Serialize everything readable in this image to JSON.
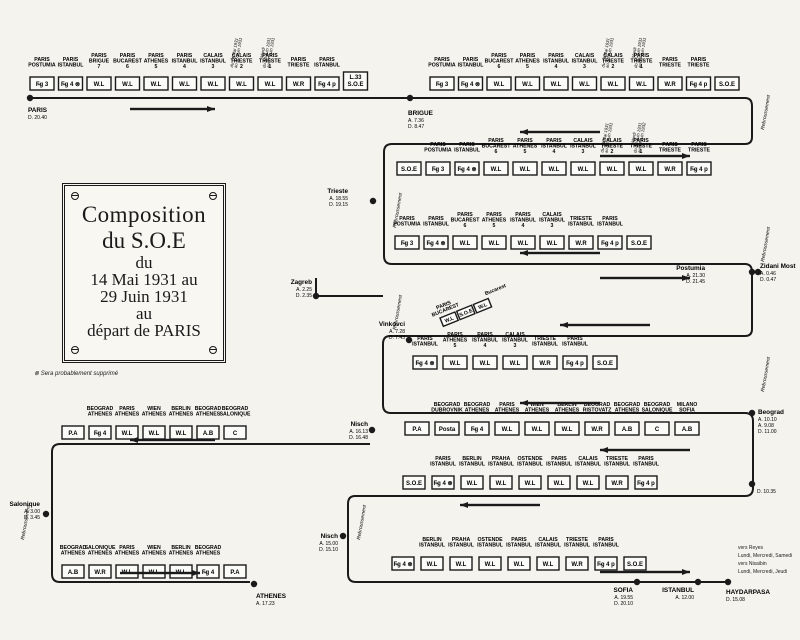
{
  "title": {
    "line1": "Composition",
    "line2": "du S.O.E",
    "line3": "du",
    "line4": "14 Mai 1931 au",
    "line5": "29 Juin 1931",
    "line6": "au",
    "line7": "départ de PARIS"
  },
  "footnote": "⊗ Sera probablement supprimé",
  "legend": [
    "vers Reyes",
    "Lundi, Mercredi, Samedi",
    "vers Nisaibin",
    "Lundi, Mercredi, Jeudi"
  ],
  "rebroussement_label": "Rebroussement",
  "stations": [
    {
      "name": "PARIS",
      "times": [
        "D. 20.40"
      ]
    },
    {
      "name": "BRIGUE",
      "times": [
        "A. 7.36",
        "D. 8.47"
      ]
    },
    {
      "name": "Trieste",
      "times": [
        "A. 18.55",
        "D. 19.15"
      ]
    },
    {
      "name": "Postumia",
      "times": [
        "A. 21.30",
        "D. 21.45"
      ]
    },
    {
      "name": "Zidani Most",
      "times": [
        "A. 0.46",
        "D. 0.47"
      ]
    },
    {
      "name": "Zagreb",
      "times": [
        "A. 2.25",
        "D. 2.35"
      ]
    },
    {
      "name": "Vinkovci",
      "times": [
        "A. 7.28",
        "D. 7.43"
      ]
    },
    {
      "name": "Beograd",
      "times": [
        "A. 10.10",
        "A. 9.08",
        "D. 11.00"
      ]
    },
    {
      "name": "Nisch",
      "times": [
        "A. 16.13",
        "D. 16.48"
      ]
    },
    {
      "name": "Salonique",
      "times": [
        "A. 3.00",
        "D. 3.45"
      ]
    },
    {
      "name": "ATHENES",
      "times": [
        "A. 17.23"
      ]
    },
    {
      "name": "Nisch",
      "times": [
        "A. 15.00",
        "D. 15.10"
      ]
    },
    {
      "name": "SOFIA",
      "times": [
        "A. 19.55",
        "D. 20.10"
      ]
    },
    {
      "name": "ISTANBUL",
      "times": [
        "A. 12.00"
      ]
    },
    {
      "name": "HAYDARPASA",
      "times": [
        "D. 15.08"
      ]
    },
    {
      "name": "",
      "times": [
        "D. 10.35"
      ]
    }
  ],
  "rows": [
    {
      "cars": [
        {
          "dest": [
            "PARIS",
            "POSTUMIA"
          ],
          "code": "F̶g 3"
        },
        {
          "dest": [
            "PARIS",
            "ISTANBUL"
          ],
          "code": "F̶g 4 ⊗"
        },
        {
          "dest": [
            "PARIS",
            "BRIGUE",
            "7"
          ],
          "code": "W.L"
        },
        {
          "dest": [
            "PARIS",
            "BUCAREST",
            "6"
          ],
          "code": "W.L"
        },
        {
          "dest": [
            "PARIS",
            "ATHENES",
            "5"
          ],
          "code": "W.L"
        },
        {
          "dest": [
            "PARIS",
            "ISTANBUL",
            "4"
          ],
          "code": "W.L"
        },
        {
          "dest": [
            "CALAIS",
            "ISTANBUL",
            "3"
          ],
          "code": "W.L"
        },
        {
          "dest": [
            "CALAIS",
            "TRIESTE",
            "2"
          ],
          "code": "W.L",
          "note": [
            "du 14 Mai 1931",
            "au 15 Juin 1931"
          ]
        },
        {
          "dest": [
            "PARIS",
            "TRIESTE",
            "1"
          ],
          "code": "W.L",
          "note": [
            "Mardi",
            "du 13 Juin 1931",
            "au 27 Juin 1931"
          ]
        },
        {
          "dest": [
            "PARIS",
            "TRIESTE"
          ],
          "code": "W.R"
        },
        {
          "dest": [
            "PARIS",
            "ISTANBUL"
          ],
          "code": "F̶g 4 p"
        },
        {
          "dest": [],
          "code": "L.33 S.O.E"
        }
      ]
    },
    {
      "cars": [
        {
          "dest": [
            "PARIS",
            "POSTUMIA"
          ],
          "code": "F̶g 3"
        },
        {
          "dest": [
            "PARIS",
            "ISTANBUL"
          ],
          "code": "F̶g 4 ⊗"
        },
        {
          "dest": [
            "PARIS",
            "BUCAREST",
            "6"
          ],
          "code": "W.L"
        },
        {
          "dest": [
            "PARIS",
            "ATHENES",
            "5"
          ],
          "code": "W.L"
        },
        {
          "dest": [
            "PARIS",
            "ISTANBUL",
            "4"
          ],
          "code": "W.L"
        },
        {
          "dest": [
            "CALAIS",
            "ISTANBUL",
            "3"
          ],
          "code": "W.L"
        },
        {
          "dest": [
            "CALAIS",
            "TRIESTE",
            "2"
          ],
          "code": "W.L",
          "note": [
            "du 14 Mai 1931",
            "au 15 Juin 1931"
          ]
        },
        {
          "dest": [
            "PARIS",
            "TRIESTE",
            "1"
          ],
          "code": "W.L",
          "note": [
            "Mardi",
            "du 16 Juin 1931",
            "au 30 Juin 1931"
          ]
        },
        {
          "dest": [
            "PARIS",
            "TRIESTE"
          ],
          "code": "W.R"
        },
        {
          "dest": [
            "PARIS",
            "TRIESTE"
          ],
          "code": "F̶g 4 p"
        },
        {
          "dest": [],
          "code": "S.O.E"
        }
      ]
    },
    {
      "cars": [
        {
          "dest": [],
          "code": "S.O.E"
        },
        {
          "dest": [
            "PARIS",
            "POSTUMIA"
          ],
          "code": "F̶g 3"
        },
        {
          "dest": [
            "PARIS",
            "ISTANBUL"
          ],
          "code": "F̶g 4 ⊗"
        },
        {
          "dest": [
            "PARIS",
            "BUCAREST",
            "6"
          ],
          "code": "W.L"
        },
        {
          "dest": [
            "PARIS",
            "ATHENES",
            "5"
          ],
          "code": "W.L"
        },
        {
          "dest": [
            "PARIS",
            "ISTANBUL",
            "4"
          ],
          "code": "W.L"
        },
        {
          "dest": [
            "CALAIS",
            "ISTANBUL",
            "3"
          ],
          "code": "W.L"
        },
        {
          "dest": [
            "CALAIS",
            "TRIESTE",
            "2"
          ],
          "code": "W.L",
          "note": [
            "du 14 Mai 1931",
            "au 15 Juin 1931"
          ]
        },
        {
          "dest": [
            "PARIS",
            "TRIESTE",
            "1"
          ],
          "code": "W.L",
          "note": [
            "Mardi",
            "du 16 Juin 1931",
            "au 30 Juin 1932"
          ]
        },
        {
          "dest": [
            "PARIS",
            "TRIESTE"
          ],
          "code": "W.R"
        },
        {
          "dest": [
            "PARIS",
            "TRIESTE"
          ],
          "code": "F̶g 4 p"
        }
      ]
    },
    {
      "cars": [
        {
          "dest": [
            "PARIS",
            "POSTUMIA"
          ],
          "code": "F̶g 3"
        },
        {
          "dest": [
            "PARIS",
            "ISTANBUL"
          ],
          "code": "F̶g 4 ⊗"
        },
        {
          "dest": [
            "PARIS",
            "BUCAREST",
            "6"
          ],
          "code": "W.L"
        },
        {
          "dest": [
            "PARIS",
            "ATHENES",
            "5"
          ],
          "code": "W.L"
        },
        {
          "dest": [
            "PARIS",
            "ISTANBUL",
            "4"
          ],
          "code": "W.L"
        },
        {
          "dest": [
            "CALAIS",
            "ISTANBUL",
            "3"
          ],
          "code": "W.L"
        },
        {
          "dest": [
            "TRIESTE",
            "ISTANBUL"
          ],
          "code": "W.R"
        },
        {
          "dest": [
            "PARIS",
            "ISTANBUL"
          ],
          "code": "F̶g 4 p"
        },
        {
          "dest": [],
          "code": "S.O.E"
        }
      ]
    },
    {
      "cars": [
        {
          "dest": [
            "PARIS",
            "ISTANBUL"
          ],
          "code": "F̶g 4 ⊗"
        },
        {
          "dest": [
            "PARIS",
            "ATHENES",
            "5"
          ],
          "code": "W.L"
        },
        {
          "dest": [
            "PARIS",
            "ISTANBUL",
            "4"
          ],
          "code": "W.L"
        },
        {
          "dest": [
            "CALAIS",
            "ISTANBUL",
            "3"
          ],
          "code": "W.L"
        },
        {
          "dest": [
            "TRIESTE",
            "ISTANBUL"
          ],
          "code": "W.R"
        },
        {
          "dest": [
            "PARIS",
            "ISTANBUL"
          ],
          "code": "F̶g 4 p"
        },
        {
          "dest": [],
          "code": "S.O.E"
        }
      ]
    },
    {
      "cars": [
        {
          "dest": [],
          "code": "P.A"
        },
        {
          "dest": [
            "BEOGRAD",
            "DUBROVNIK"
          ],
          "code": "Posta"
        },
        {
          "dest": [
            "BEOGRAD",
            "ATHENES"
          ],
          "code": "F̶g 4"
        },
        {
          "dest": [
            "PARIS",
            "ATHENES"
          ],
          "code": "W.L"
        },
        {
          "dest": [
            "WIEN",
            "ATHENES"
          ],
          "code": "W.L"
        },
        {
          "dest": [
            "BERLIN",
            "ATHENES"
          ],
          "code": "W.L"
        },
        {
          "dest": [
            "BEOGRAD",
            "RISTOVATZ"
          ],
          "code": "W.R"
        },
        {
          "dest": [
            "BEOGRAD",
            "ATHENES"
          ],
          "code": "A.B"
        },
        {
          "dest": [
            "BEOGRAD",
            "SALONIQUE"
          ],
          "code": "C"
        },
        {
          "dest": [
            "MILANO",
            "SOFIA"
          ],
          "code": "A.B"
        }
      ]
    },
    {
      "cars": [
        {
          "dest": [],
          "code": "P.A"
        },
        {
          "dest": [
            "BEOGRAD",
            "ATHENES"
          ],
          "code": "F̶g 4"
        },
        {
          "dest": [
            "PARIS",
            "ATHENES"
          ],
          "code": "W.L"
        },
        {
          "dest": [
            "WIEN",
            "ATHENES"
          ],
          "code": "W.L"
        },
        {
          "dest": [
            "BERLIN",
            "ATHENES"
          ],
          "code": "W.L"
        },
        {
          "dest": [
            "BEOGRAD",
            "ATHENES"
          ],
          "code": "A.B"
        },
        {
          "dest": [
            "BEOGRAD",
            "SALONIQUE"
          ],
          "code": "C"
        }
      ]
    },
    {
      "cars": [
        {
          "dest": [],
          "code": "S.O.E"
        },
        {
          "dest": [
            "PARIS",
            "ISTANBUL"
          ],
          "code": "F̶g 4 ⊗"
        },
        {
          "dest": [
            "BERLIN",
            "ISTANBUL"
          ],
          "code": "W.L"
        },
        {
          "dest": [
            "PRAHA",
            "ISTANBUL"
          ],
          "code": "W.L"
        },
        {
          "dest": [
            "OSTENDE",
            "ISTANBUL"
          ],
          "code": "W.L"
        },
        {
          "dest": [
            "PARIS",
            "ISTANBUL"
          ],
          "code": "W.L"
        },
        {
          "dest": [
            "CALAIS",
            "ISTANBUL"
          ],
          "code": "W.L"
        },
        {
          "dest": [
            "TRIESTE",
            "ISTANBUL"
          ],
          "code": "W.R"
        },
        {
          "dest": [
            "PARIS",
            "ISTANBUL"
          ],
          "code": "F̶g 4 p"
        }
      ]
    },
    {
      "cars": [
        {
          "dest": [
            "BEOGRAD",
            "ATHENES"
          ],
          "code": "A.B"
        },
        {
          "dest": [
            "SALONIQUE",
            "ATHENES"
          ],
          "code": "W.R"
        },
        {
          "dest": [
            "PARIS",
            "ATHENES"
          ],
          "code": "W.L"
        },
        {
          "dest": [
            "WIEN",
            "ATHENES"
          ],
          "code": "W.L"
        },
        {
          "dest": [
            "BERLIN",
            "ATHENES"
          ],
          "code": "W.L"
        },
        {
          "dest": [
            "BEOGRAD",
            "ATHENES"
          ],
          "code": "F̶g 4"
        },
        {
          "dest": [],
          "code": "P.A"
        }
      ]
    },
    {
      "cars": [
        {
          "dest": [],
          "code": "F̶g 4 ⊗"
        },
        {
          "dest": [
            "BERLIN",
            "ISTANBUL"
          ],
          "code": "W.L"
        },
        {
          "dest": [
            "PRAHA",
            "ISTANBUL"
          ],
          "code": "W.L"
        },
        {
          "dest": [
            "OSTENDE",
            "ISTANBUL"
          ],
          "code": "W.L"
        },
        {
          "dest": [
            "PARIS",
            "ISTANBUL"
          ],
          "code": "W.L"
        },
        {
          "dest": [
            "CALAIS",
            "ISTANBUL"
          ],
          "code": "W.L"
        },
        {
          "dest": [
            "TRIESTE",
            "ISTANBUL"
          ],
          "code": "W.R"
        },
        {
          "dest": [
            "PARIS",
            "ISTANBUL"
          ],
          "code": "F̶g 4 p"
        },
        {
          "dest": [],
          "code": "S.O.E"
        }
      ]
    }
  ],
  "zagreb_inset": {
    "labels": [
      "PARIS",
      "BUCAREST",
      "W.L",
      "S.O.E",
      "W.L",
      "Bucarest"
    ]
  }
}
